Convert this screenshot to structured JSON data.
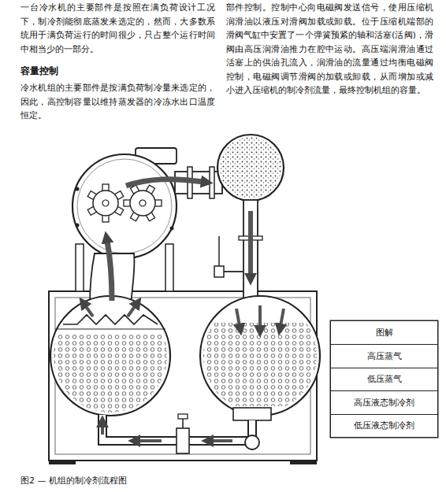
{
  "diagram": {
    "caption": "图2 — 机组的制冷剂流程图",
    "labels": [
      "一台冷水机的主要部件是按照在满负荷设计工况下，制冷剂能彻底蒸发来选定的，然而，大多数系统用于满负荷运行的时间很少，只占整个运行时间中相当少的一部分。",
      "容量控制",
      "冷水机组的主要部件是按满负荷制冷量来选定的，因此，高控制容量以维持蒸发器的冷冻水出口温度恒定。",
      "部件控制。控制中心向电磁阀发送信号，使用压缩机润滑油以液压对滑阀加载或卸载。位于压缩机端部的滑阀气缸中安置了一个弹簧预紧的轴和活塞(活阀)，滑阀由高压润滑油推力在腔中运动。高压端润滑油通过活塞上的供油孔流入，润滑油的流量通过均衡电磁阀控制，电磁阀调节滑阀的加载或卸载，从而增加或减小进入压缩机的制冷剂流量，最终控制机组的容量。",
      "图解"
    ],
    "legend": [
      {
        "text": "高压蒸气"
      },
      {
        "text": "低压蒸气"
      },
      {
        "text": "高压液态制冷剂"
      },
      {
        "text": "低压液态制冷剂"
      }
    ]
  }
}
